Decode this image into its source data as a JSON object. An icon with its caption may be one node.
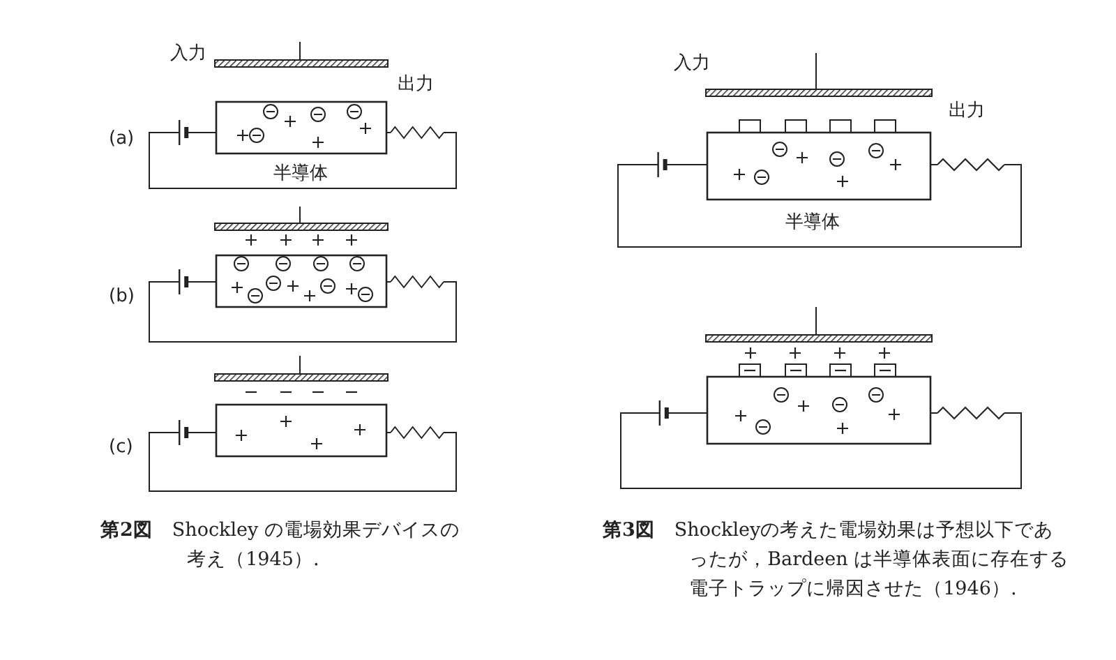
{
  "diagram": {
    "labels": [
      "入力",
      "出力",
      "(a)",
      "半導体",
      "(b)",
      "(c)",
      "**第2図**　Shockley の電場効果デバイスの考え（1945）.",
      "入力",
      "出力",
      "半導体",
      "**第3図**　Shockleyの考えた電場効果は予想以下であったが，Bardeen は半導体表面に存在する電子トラップに帰因させた（1946）."
    ]
  }
}
